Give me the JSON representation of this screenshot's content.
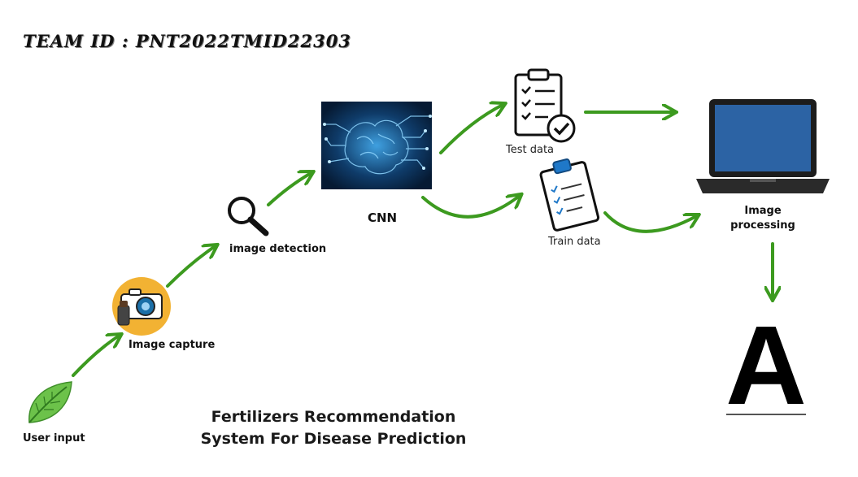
{
  "header": {
    "team_id": "TEAM ID : PNT2022TMID22303"
  },
  "diagram": {
    "nodes": {
      "user_input": {
        "label": "User input",
        "icon": "leaf-icon"
      },
      "image_capture": {
        "label": "Image capture",
        "icon": "camera-icon"
      },
      "image_detection": {
        "label": "image detection",
        "icon": "magnifier-icon"
      },
      "cnn": {
        "label": "CNN",
        "icon": "brain-circuit-icon"
      },
      "test_data": {
        "label": "Test data",
        "icon": "checklist-icon"
      },
      "train_data": {
        "label": "Train data",
        "icon": "clipboard-icon"
      },
      "image_processing": {
        "label_line1": "Image",
        "label_line2": "processing",
        "icon": "laptop-icon"
      },
      "output": {
        "label": "A"
      }
    },
    "title_line1": "Fertilizers Recommendation",
    "title_line2": "System For Disease Prediction"
  },
  "colors": {
    "arrow": "#3c9a1f",
    "leaf": "#6cc24a",
    "camera_bg": "#f2b233",
    "cnn_bg": "#0b2a4a",
    "laptop_screen": "#1f4f8a"
  }
}
